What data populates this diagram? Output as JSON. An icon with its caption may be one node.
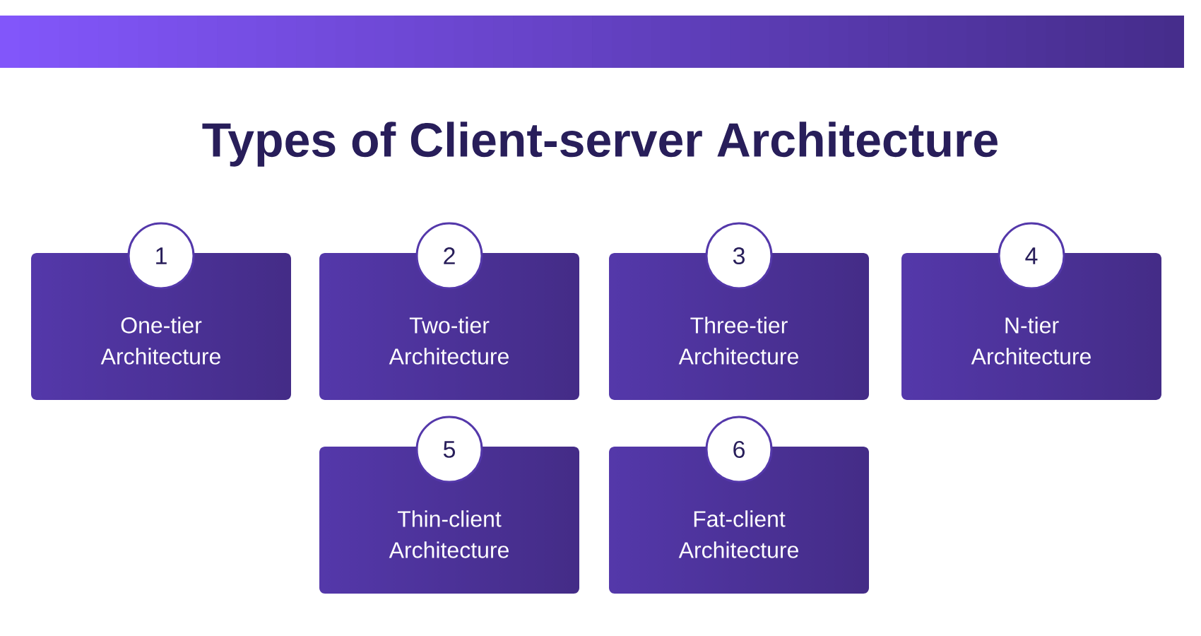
{
  "diagram": {
    "title": "Types of Client-server Architecture",
    "nodes": [
      {
        "text": [
          "1",
          "One-tier Architecture"
        ]
      },
      {
        "text": [
          "2",
          "Two-tier Architecture"
        ]
      },
      {
        "text": [
          "3",
          "Three-tier Architecture"
        ]
      },
      {
        "text": [
          "4",
          "N-tier Architecture"
        ]
      },
      {
        "text": [
          "5",
          "Thin-client Architecture"
        ]
      },
      {
        "text": [
          "6",
          "Fat-client Architecture"
        ]
      }
    ]
  }
}
